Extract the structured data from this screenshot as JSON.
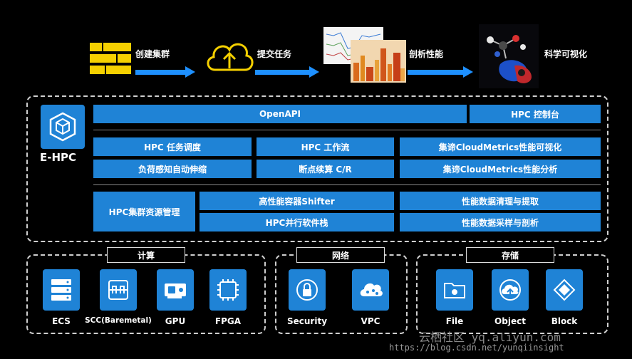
{
  "flow": {
    "steps": [
      {
        "label": "创建集群",
        "icon": "cluster-stack-icon"
      },
      {
        "label": "提交任务",
        "icon": "cloud-upload-icon"
      },
      {
        "label": "剖析性能",
        "icon": "performance-chart-icon"
      },
      {
        "label": "科学可视化",
        "icon": "molecule-visualization-icon"
      }
    ]
  },
  "ehpc": {
    "name": "E-HPC",
    "row1": [
      "OpenAPI",
      "HPC 控制台"
    ],
    "row2": [
      "HPC 任务调度",
      "HPC 工作流",
      "集谛CloudMetrics性能可视化"
    ],
    "row3": [
      "负荷感知自动伸缩",
      "断点续算 C/R",
      "集谛CloudMetrics性能分析"
    ],
    "mgmt": "HPC集群资源管理",
    "row4": [
      "高性能容器Shifter",
      "性能数据清理与提取"
    ],
    "row5": [
      "HPC并行软件栈",
      "性能数据采样与剖析"
    ]
  },
  "compute": {
    "title": "计算",
    "items": [
      {
        "label": "ECS",
        "icon": "server-rack-icon"
      },
      {
        "label": "SCC(Baremetal)",
        "icon": "baremetal-chip-icon"
      },
      {
        "label": "GPU",
        "icon": "gpu-card-icon"
      },
      {
        "label": "FPGA",
        "icon": "fpga-chip-icon"
      }
    ]
  },
  "network": {
    "title": "网络",
    "items": [
      {
        "label": "Security",
        "icon": "security-lock-icon"
      },
      {
        "label": "VPC",
        "icon": "vpc-cloud-icon"
      }
    ]
  },
  "storage": {
    "title": "存储",
    "items": [
      {
        "label": "File",
        "icon": "file-folder-icon"
      },
      {
        "label": "Object",
        "icon": "object-storage-icon"
      },
      {
        "label": "Block",
        "icon": "block-storage-icon"
      }
    ]
  },
  "watermark": {
    "brand": "云栖社区 yq.aliyun.com",
    "url": "https://blog.csdn.net/yunqiinsight"
  }
}
